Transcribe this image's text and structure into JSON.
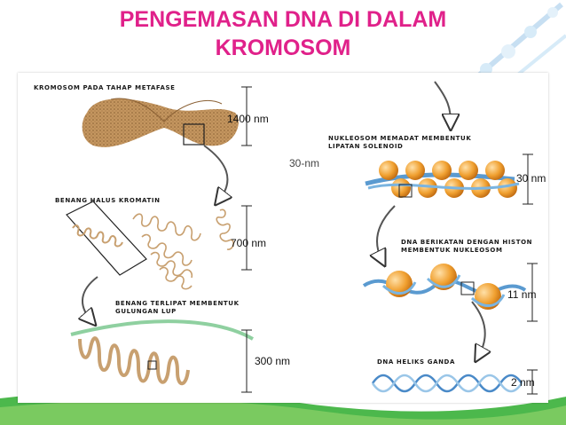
{
  "slide": {
    "title_line1": "PENGEMASAN DNA DI DALAM",
    "title_line2": "KROMOSOM"
  },
  "left_column": {
    "chromosome_label": "Kromosom pada tahap metafase",
    "chromosome_size": "1400 nm",
    "chromatin_label": "Benang halus kromatin",
    "chromatin_size": "700 nm",
    "loop_label_line1": "Benang terlipat membentuk",
    "loop_label_line2": "gulungan lup",
    "loop_size": "300 nm"
  },
  "right_column": {
    "solenoid_label_line1": "Nukleosom memadat membentuk",
    "solenoid_label_line2": "lipatan solenoid",
    "solenoid_side_label": "30-nm",
    "solenoid_size": "30 nm",
    "nucleosome_label_line1": "DNA berikatan dengan histon",
    "nucleosome_label_line2": "membentuk nukleosom",
    "nucleosome_size": "11 nm",
    "helix_label": "DNA heliks ganda",
    "helix_size": "2 nm"
  },
  "colors": {
    "title": "#e0218a",
    "chromosome": "#b88a5a",
    "histone": "#f0a030",
    "dna_strand": "#5a9ad0",
    "green_band": "#4cb84c"
  }
}
